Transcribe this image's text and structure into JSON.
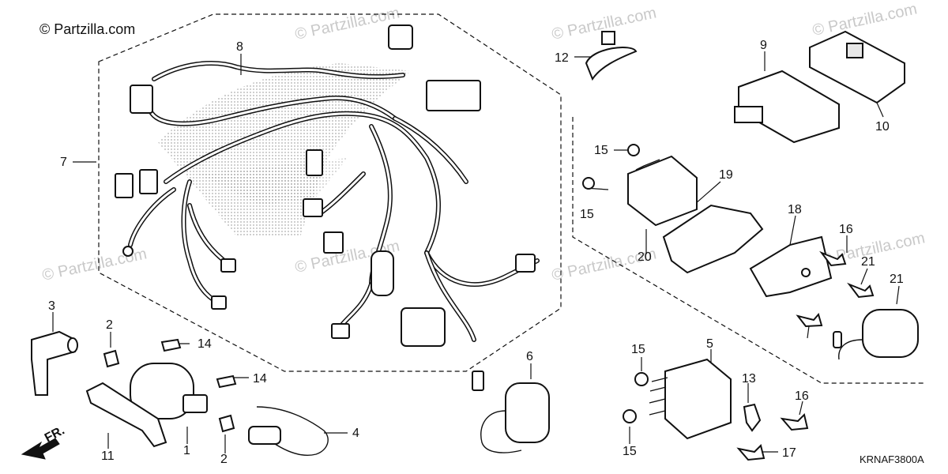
{
  "diagram": {
    "copyright": "© Partzilla.com",
    "watermark": "© Partzilla.com",
    "diagram_code": "KRNAF3800A",
    "front_label": "FR.",
    "callouts": [
      "1",
      "2",
      "2",
      "3",
      "4",
      "5",
      "6",
      "7",
      "8",
      "9",
      "10",
      "11",
      "12",
      "13",
      "14",
      "14",
      "15",
      "15",
      "15",
      "15",
      "16",
      "16",
      "17",
      "18",
      "19",
      "20",
      "21",
      "21"
    ]
  }
}
